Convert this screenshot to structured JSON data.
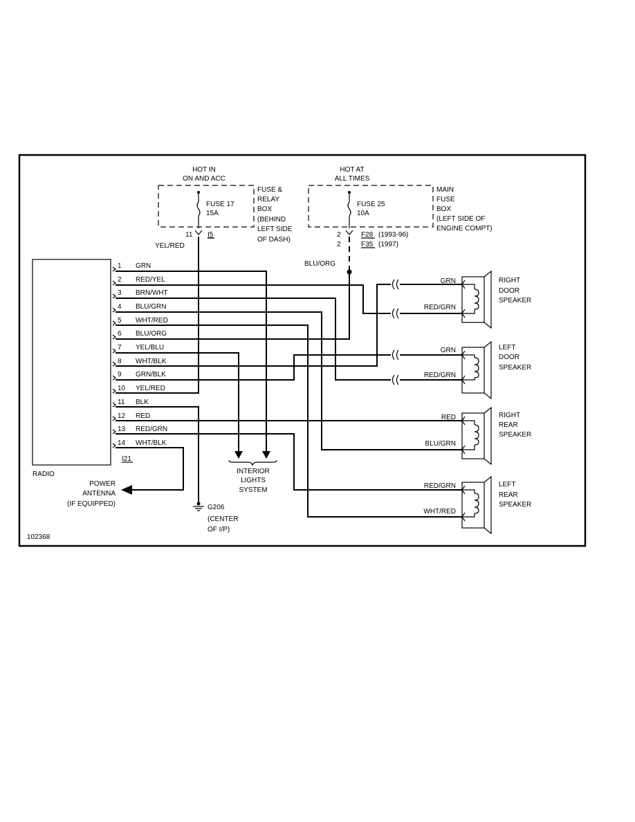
{
  "diagram": {
    "figure_id": "102368",
    "radio": {
      "label": "RADIO",
      "connector": "I21",
      "pins": [
        {
          "num": "1",
          "wire": "GRN"
        },
        {
          "num": "2",
          "wire": "RED/YEL"
        },
        {
          "num": "3",
          "wire": "BRN/WHT"
        },
        {
          "num": "4",
          "wire": "BLU/GRN"
        },
        {
          "num": "5",
          "wire": "WHT/RED"
        },
        {
          "num": "6",
          "wire": "BLU/ORG"
        },
        {
          "num": "7",
          "wire": "YEL/BLU"
        },
        {
          "num": "8",
          "wire": "WHT/BLK"
        },
        {
          "num": "9",
          "wire": "GRN/BLK"
        },
        {
          "num": "10",
          "wire": "YEL/RED"
        },
        {
          "num": "11",
          "wire": "BLK"
        },
        {
          "num": "12",
          "wire": "RED"
        },
        {
          "num": "13",
          "wire": "RED/GRN"
        },
        {
          "num": "14",
          "wire": "WHT/BLK"
        }
      ]
    },
    "fuse1": {
      "hot_line1": "HOT IN",
      "hot_line2": "ON AND ACC",
      "name": "FUSE 17",
      "rating": "15A",
      "box_lines": [
        "FUSE &",
        "RELAY",
        "BOX",
        "(BEHIND",
        "LEFT SIDE",
        "OF DASH)"
      ],
      "pin": "11",
      "connector": "I5",
      "wire": "YEL/RED"
    },
    "fuse2": {
      "hot_line1": "HOT AT",
      "hot_line2": "ALL TIMES",
      "name": "FUSE 25",
      "rating": "10A",
      "box_lines": [
        "MAIN",
        "FUSE",
        "BOX",
        "(LEFT SIDE OF",
        "ENGINE COMPT)"
      ],
      "pin_a": "2",
      "conn_a": "F28",
      "years_a": "(1993-96)",
      "pin_b": "2",
      "conn_b": "F35",
      "years_b": "(1997)",
      "wire": "BLU/ORG"
    },
    "speakers": [
      {
        "lines": [
          "RIGHT",
          "DOOR",
          "SPEAKER"
        ],
        "wire_top": "GRN",
        "wire_bottom": "RED/GRN"
      },
      {
        "lines": [
          "LEFT",
          "DOOR",
          "SPEAKER"
        ],
        "wire_top": "GRN",
        "wire_bottom": "RED/GRN"
      },
      {
        "lines": [
          "RIGHT",
          "REAR",
          "SPEAKER"
        ],
        "wire_top": "RED",
        "wire_bottom": "BLU/GRN"
      },
      {
        "lines": [
          "LEFT",
          "REAR",
          "SPEAKER"
        ],
        "wire_top": "RED/GRN",
        "wire_bottom": "WHT/RED"
      }
    ],
    "interior_lights": [
      "INTERIOR",
      "LIGHTS",
      "SYSTEM"
    ],
    "power_antenna": [
      "POWER",
      "ANTENNA",
      "(IF EQUIPPED)"
    ],
    "ground": {
      "name": "G206",
      "line2": "(CENTER",
      "line3": "OF I/P)"
    }
  }
}
